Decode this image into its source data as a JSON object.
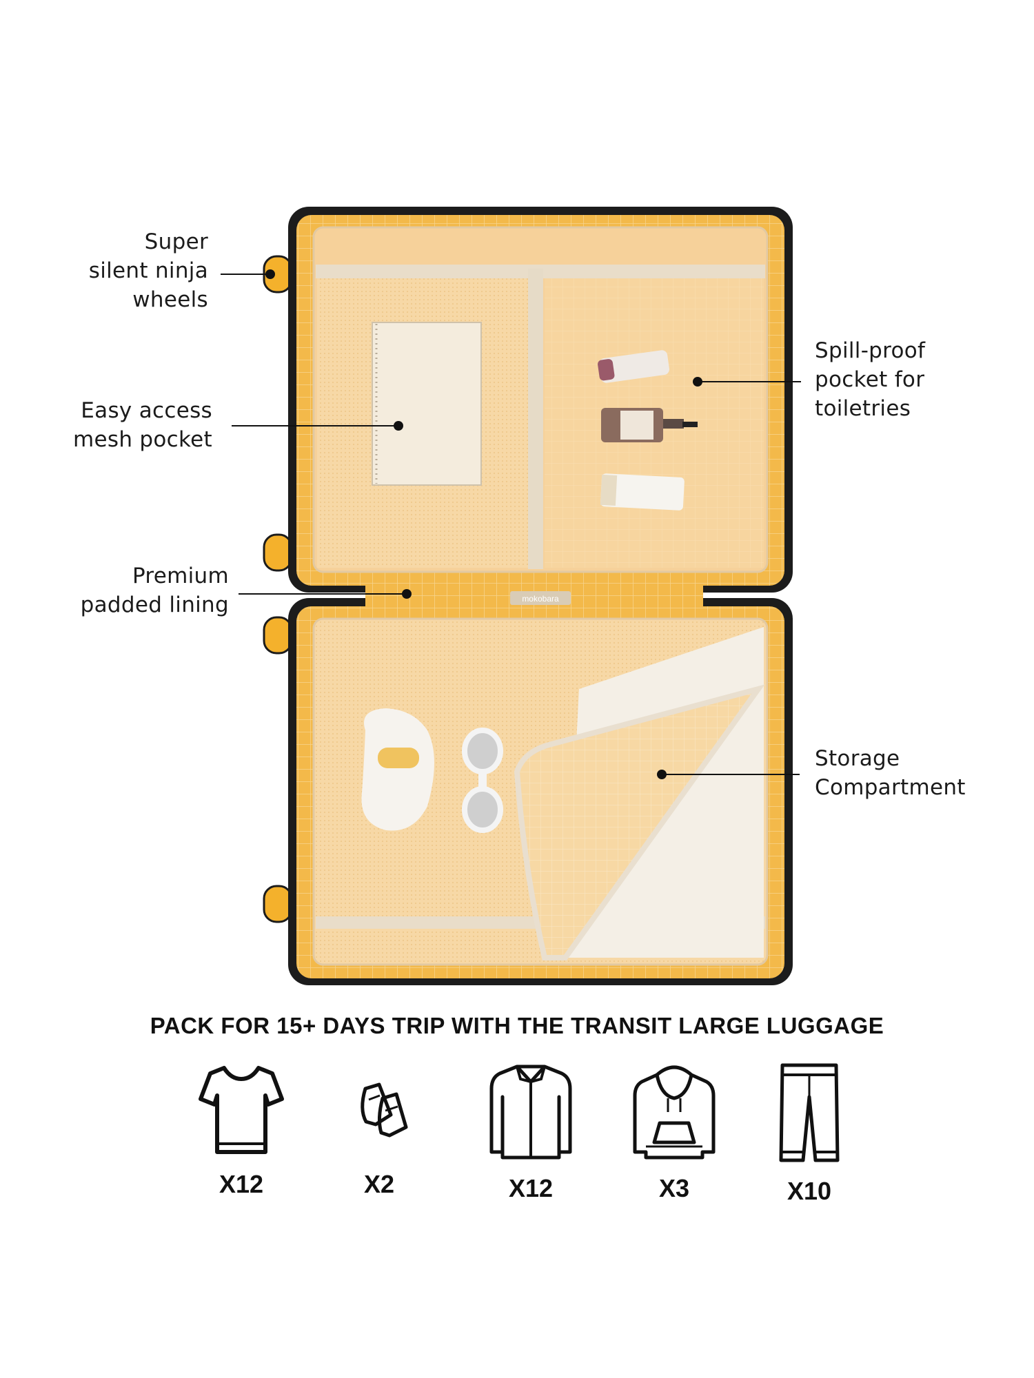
{
  "colors": {
    "lining": "#f6c05a",
    "lining_light": "#f7d9a5",
    "shell": "#1c1c1c",
    "wheel": "#f4b12c",
    "text": "#1b1b1b"
  },
  "callouts": [
    {
      "id": "wheels",
      "text": "Super\nsilent ninja\nwheels"
    },
    {
      "id": "mesh",
      "text": "Easy access\nmesh pocket"
    },
    {
      "id": "lining",
      "text": "Premium\npadded lining"
    },
    {
      "id": "spill",
      "text": "Spill-proof\npocket for\ntoiletries"
    },
    {
      "id": "storage",
      "text": "Storage\nCompartment"
    }
  ],
  "brand_tag": "mokobara",
  "headline": "PACK FOR 15+ DAYS TRIP WITH THE TRANSIT LARGE LUGGAGE",
  "packing_items": [
    {
      "icon": "tshirt-icon",
      "count": "X12"
    },
    {
      "icon": "shoes-icon",
      "count": "X2"
    },
    {
      "icon": "shirt-icon",
      "count": "X12"
    },
    {
      "icon": "hoodie-icon",
      "count": "X3"
    },
    {
      "icon": "pants-icon",
      "count": "X10"
    }
  ]
}
